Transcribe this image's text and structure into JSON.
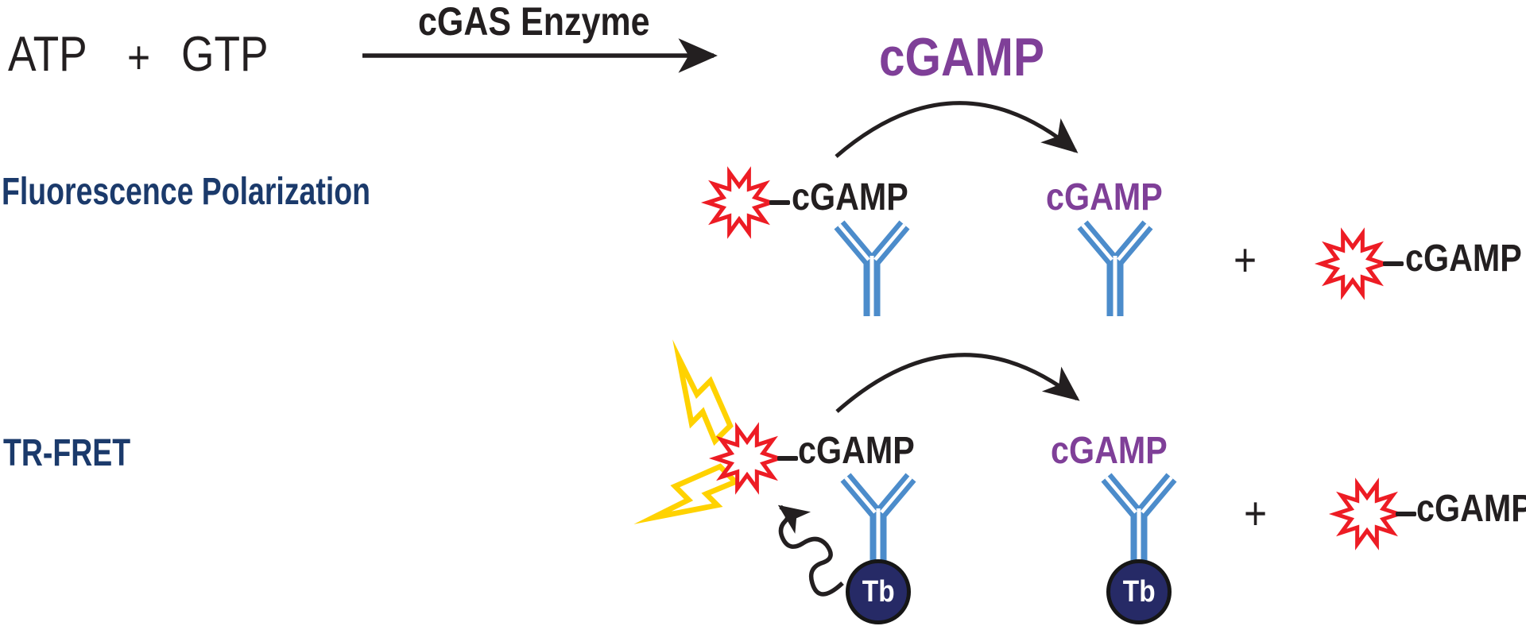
{
  "reaction": {
    "substrate_a": "ATP",
    "plus": "+",
    "substrate_b": "GTP",
    "enzyme_label": "cGAS Enzyme",
    "product_label": "cGAMP"
  },
  "fp_assay": {
    "method_label": "Fluorescence Polarization",
    "bound_tracer_label": "cGAMP",
    "product_label": "cGAMP",
    "plus": "+",
    "displaced_tracer_label": "cGAMP"
  },
  "trfret_assay": {
    "method_label": "TR-FRET",
    "bound_tracer_label": "cGAMP",
    "product_label": "cGAMP",
    "plus": "+",
    "displaced_tracer_label": "cGAMP",
    "donor_label": "Tb"
  },
  "icons": {
    "reaction_arrow": "right-arrow",
    "conversion_arrow": "curved-arc-arrow",
    "fluorophore": "red-starburst",
    "antibody": "blue-y-antibody",
    "excitation_emission": "yellow-lightning-bolt",
    "terbium_donor": "navy-circle-tb",
    "fret_transfer": "wavy-squiggle-arrow",
    "tracer_bond": "short-dash-connector"
  },
  "colors": {
    "text_black": "#231f20",
    "method_label_navy": "#1b3a6b",
    "product_purple": "#7f3f98",
    "fluorophore_red": "#ED1C24",
    "excitation_yellow": "#FFD200",
    "antibody_blue": "#4C8CCB",
    "terbium_navy": "#262a66"
  }
}
